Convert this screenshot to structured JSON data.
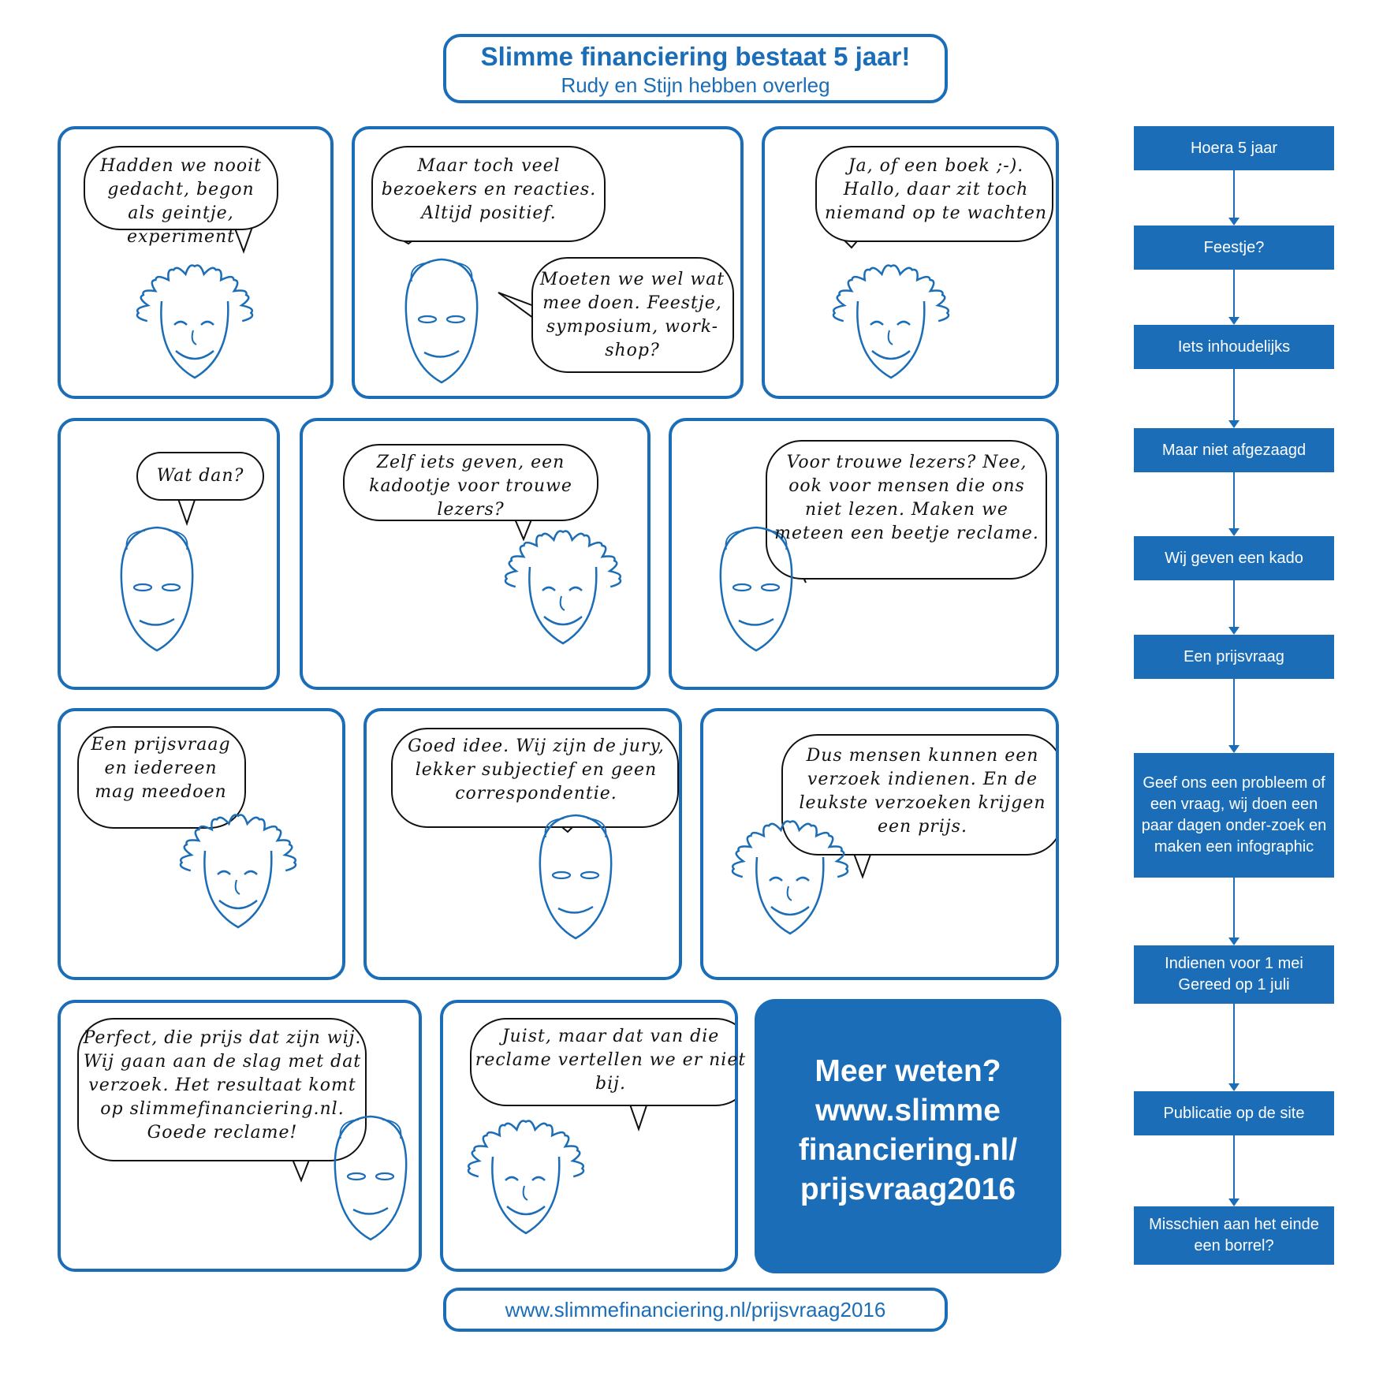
{
  "header": {
    "title": "Slimme financiering bestaat 5 jaar!",
    "subtitle": "Rudy en Stijn hebben overleg"
  },
  "panels": [
    {
      "bubbles": [
        "Hadden we nooit gedacht, begon als geintje, experiment"
      ]
    },
    {
      "bubbles": [
        "Maar toch veel bezoekers en reacties. Altijd positief.",
        "Moeten we wel wat mee doen. Feestje, symposium, work-shop?"
      ]
    },
    {
      "bubbles": [
        "Ja, of een boek ;-). Hallo, daar zit toch niemand op te wachten"
      ]
    },
    {
      "bubbles": [
        "Wat dan?"
      ]
    },
    {
      "bubbles": [
        "Zelf iets geven, een kadootje voor trouwe lezers?"
      ]
    },
    {
      "bubbles": [
        "Voor trouwe lezers? Nee, ook voor mensen die ons niet lezen. Maken we meteen een beetje reclame."
      ]
    },
    {
      "bubbles": [
        "Een prijsvraag en iedereen mag meedoen"
      ]
    },
    {
      "bubbles": [
        "Goed idee. Wij zijn de jury, lekker subjectief en geen correspondentie."
      ]
    },
    {
      "bubbles": [
        "Dus mensen kunnen een verzoek indienen. En de leukste verzoeken krijgen een prijs."
      ]
    },
    {
      "bubbles": [
        "Perfect, die prijs dat zijn wij. Wij gaan aan de slag met dat verzoek. Het resultaat komt op slimmefinanciering.nl. Goede reclame!"
      ]
    },
    {
      "bubbles": [
        "Juist, maar dat van die reclame vertellen we er niet bij."
      ]
    }
  ],
  "cta": {
    "lines": [
      "Meer weten?",
      "www.slimme",
      "financiering.nl/",
      "prijsvraag2016"
    ]
  },
  "flow": {
    "steps": [
      "Hoera 5 jaar",
      "Feestje?",
      "Iets inhoudelijks",
      "Maar niet afgezaagd",
      "Wij geven een kado",
      "Een prijsvraag",
      "Geef ons een probleem of een vraag, wij doen een paar dagen onder-zoek en maken een infographic",
      "Indienen voor 1 mei Gereed op 1 juli",
      "Publicatie op de site",
      "Misschien aan het einde een borrel?"
    ]
  },
  "footer": {
    "url": "www.slimmefinanciering.nl/prijsvraag2016"
  },
  "colors": {
    "brand_blue": "#1a6db6",
    "face_line": "#1a6db6",
    "bubble_outline": "#111111"
  },
  "icons": [
    "curly-haired-face-icon",
    "bald-face-icon",
    "speech-bubble-icon",
    "arrow-down-icon"
  ]
}
